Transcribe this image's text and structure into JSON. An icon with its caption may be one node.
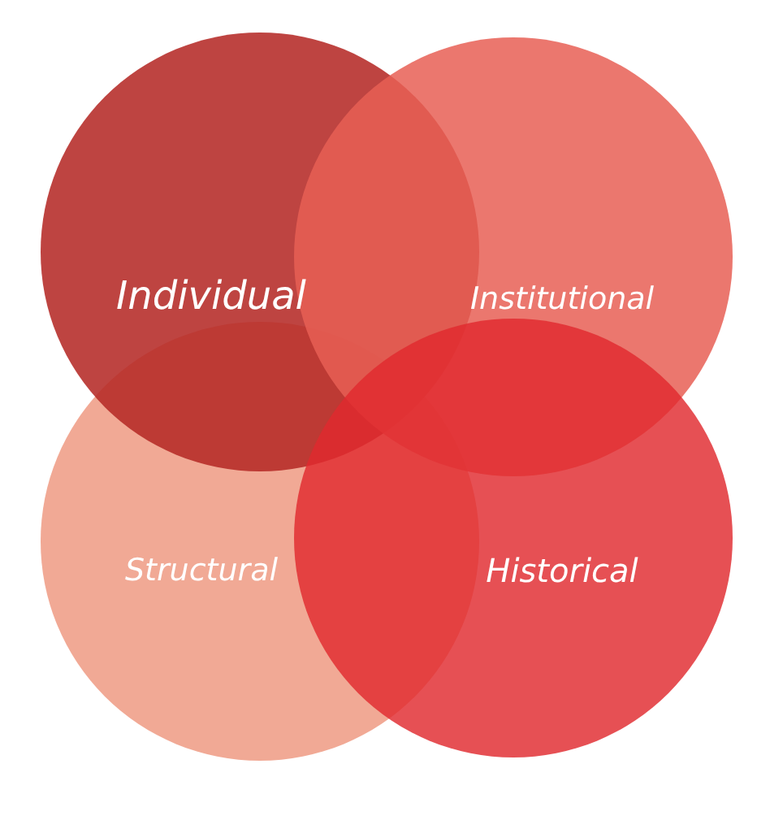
{
  "diagram": {
    "nodes": [
      {
        "text": [
          "Individual"
        ]
      },
      {
        "text": [
          "Institutional"
        ]
      },
      {
        "text": [
          "Structural"
        ]
      },
      {
        "text": [
          "Historical"
        ]
      }
    ]
  }
}
